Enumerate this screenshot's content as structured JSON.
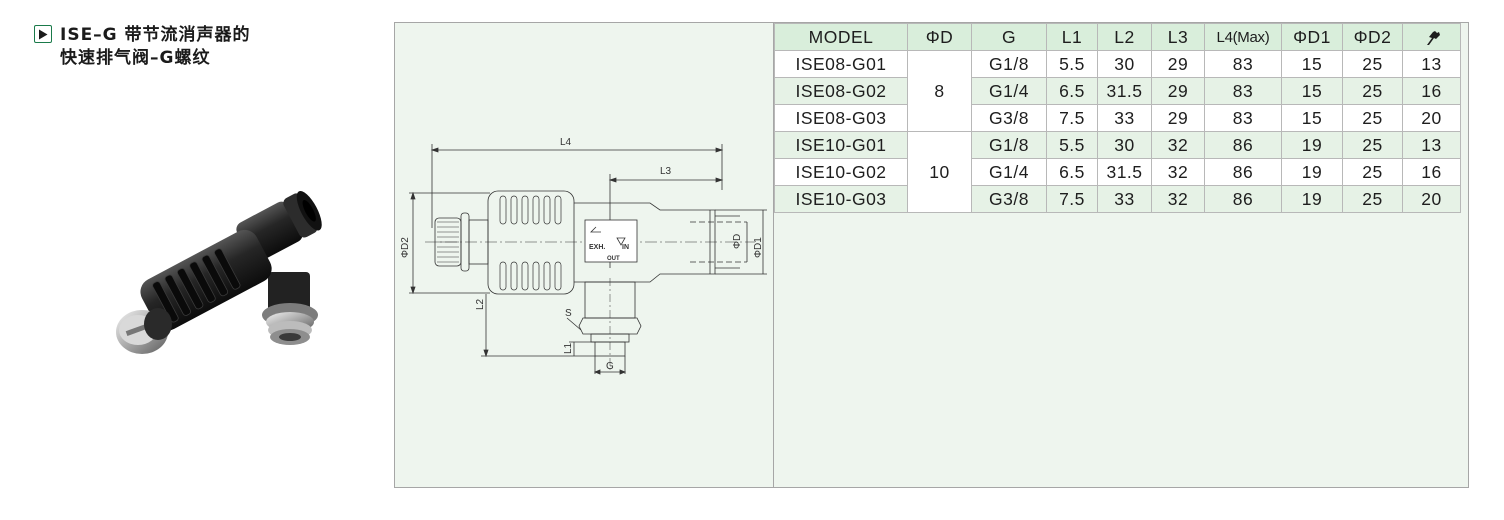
{
  "header": {
    "title_line1": "ISE–G 带节流消声器的",
    "title_line2": "快速排气阀–G螺纹",
    "play_icon": "play-icon"
  },
  "drawing": {
    "labels": {
      "l4": "L4",
      "l3": "L3",
      "l2": "L2",
      "l1": "L1",
      "d2": "ΦD2",
      "d": "ΦD",
      "d1": "ΦD1",
      "s": "S",
      "g": "G",
      "exh": "EXH.",
      "in": "IN",
      "out": "OUT"
    }
  },
  "table": {
    "headers": [
      "MODEL",
      "ΦD",
      "G",
      "L1",
      "L2",
      "L3",
      "L4(Max)",
      "ΦD1",
      "ΦD2"
    ],
    "wrench_icon": "wrench-icon",
    "groups": [
      {
        "d": "8",
        "rows": [
          {
            "model": "ISE08-G01",
            "g": "G1/8",
            "l1": "5.5",
            "l2": "30",
            "l3": "29",
            "l4": "83",
            "d1": "15",
            "d2": "25",
            "s": "13"
          },
          {
            "model": "ISE08-G02",
            "g": "G1/4",
            "l1": "6.5",
            "l2": "31.5",
            "l3": "29",
            "l4": "83",
            "d1": "15",
            "d2": "25",
            "s": "16"
          },
          {
            "model": "ISE08-G03",
            "g": "G3/8",
            "l1": "7.5",
            "l2": "33",
            "l3": "29",
            "l4": "83",
            "d1": "15",
            "d2": "25",
            "s": "20"
          }
        ]
      },
      {
        "d": "10",
        "rows": [
          {
            "model": "ISE10-G01",
            "g": "G1/8",
            "l1": "5.5",
            "l2": "30",
            "l3": "32",
            "l4": "86",
            "d1": "19",
            "d2": "25",
            "s": "13"
          },
          {
            "model": "ISE10-G02",
            "g": "G1/4",
            "l1": "6.5",
            "l2": "31.5",
            "l3": "32",
            "l4": "86",
            "d1": "19",
            "d2": "25",
            "s": "16"
          },
          {
            "model": "ISE10-G03",
            "g": "G3/8",
            "l1": "7.5",
            "l2": "33",
            "l3": "32",
            "l4": "86",
            "d1": "19",
            "d2": "25",
            "s": "20"
          }
        ]
      }
    ]
  }
}
